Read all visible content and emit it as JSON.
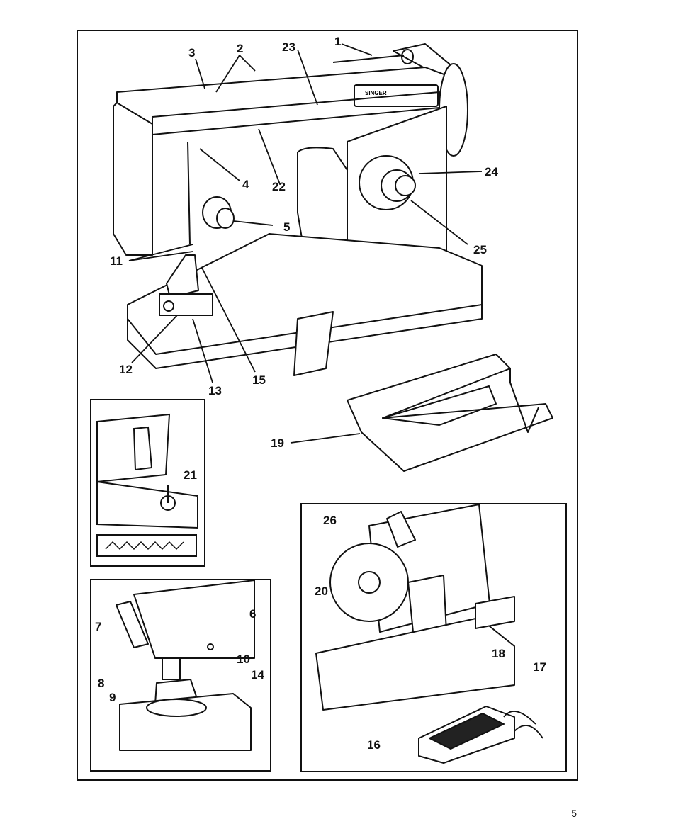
{
  "page": {
    "number": "5"
  },
  "main_view": {
    "brand_label": "SINGER",
    "callouts": {
      "c1": "1",
      "c2": "2",
      "c3": "3",
      "c4": "4",
      "c5": "5",
      "c11": "11",
      "c12": "12",
      "c13": "13",
      "c15": "15",
      "c22": "22",
      "c23": "23",
      "c24": "24",
      "c25": "25"
    }
  },
  "extension_table": {
    "callouts": {
      "c19": "19"
    }
  },
  "bobbin_inset": {
    "callouts": {
      "c21": "21"
    }
  },
  "needle_inset": {
    "callouts": {
      "c6": "6",
      "c7": "7",
      "c8": "8",
      "c9": "9",
      "c10": "10",
      "c14": "14"
    }
  },
  "rear_inset": {
    "callouts": {
      "c16": "16",
      "c17": "17",
      "c18": "18",
      "c20": "20",
      "c26": "26"
    }
  }
}
